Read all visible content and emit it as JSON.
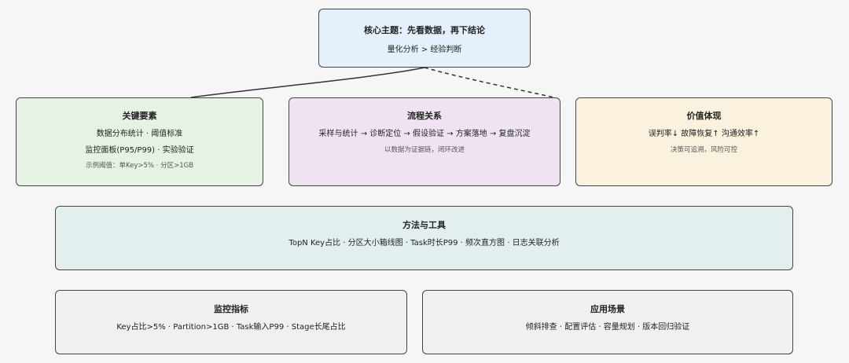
{
  "root": {
    "title": "核心主题：先看数据，再下结论",
    "line": "量化分析 > 经验判断"
  },
  "key_elements": {
    "title": "关键要素",
    "lines": [
      "数据分布统计 · 阈值标准",
      "监控面板(P95/P99) · 实验验证"
    ],
    "sub": "示例阈值：单Key>5% · 分区>1GB"
  },
  "flow": {
    "title": "流程关系",
    "line": "采样与统计 → 诊断定位 → 假设验证 → 方案落地 → 复盘沉淀",
    "sub": "以数据为证据链，闭环改进"
  },
  "value": {
    "title": "价值体现",
    "line": "误判率↓ 故障恢复↑ 沟通效率↑",
    "sub": "决策可追溯，风险可控"
  },
  "methods": {
    "title": "方法与工具",
    "line": "TopN Key占比 · 分区大小箱线图 · Task时长P99 · 频次直方图 · 日志关联分析"
  },
  "monitor": {
    "title": "监控指标",
    "line": "Key占比>5% · Partition>1GB · Task输入P99 · Stage长尾占比"
  },
  "apps": {
    "title": "应用场景",
    "line": "倾斜排查 · 配置评估 · 容量规划 · 版本回归验证"
  }
}
